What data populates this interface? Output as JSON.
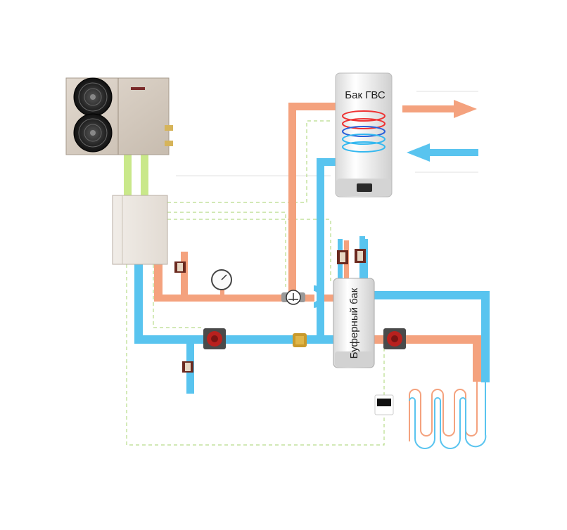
{
  "diagram": {
    "labels": {
      "dhw_tank": "Бак ГВС",
      "buffer_tank": "Буферный бак"
    },
    "colors": {
      "hot_pipe": "#f4a27e",
      "cold_pipe": "#59c4ef",
      "refrigerant_pipe": "#c9e88a",
      "control_wire": "#b8dc8a",
      "ghost_line": "#eeeeee"
    },
    "components": [
      "heat-pump-outdoor-unit",
      "indoor-hydro-module",
      "dhw-tank",
      "buffer-tank",
      "circulation-pump-primary",
      "circulation-pump-heating",
      "three-way-valve",
      "pressure-gauge",
      "shutoff-valve",
      "check-valve",
      "room-thermostat",
      "underfloor-heating-loop"
    ]
  }
}
